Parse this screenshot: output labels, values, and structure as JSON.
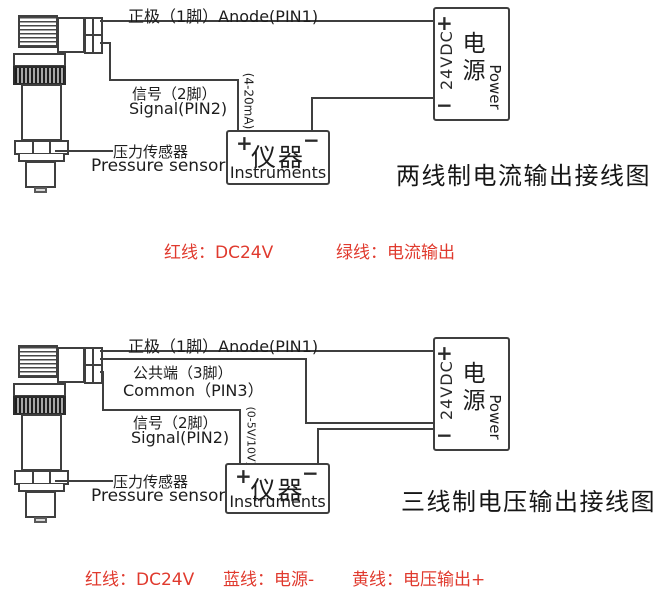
{
  "colors": {
    "background": "#ffffff",
    "line": "#3f3f3f",
    "text": "#1d1d1d",
    "legend_red": "#e03a2e"
  },
  "top": {
    "anode_label": "正极（1脚）Anode(PIN1)",
    "signal_label_cn": "信号（2脚）",
    "signal_label_en": "Signal(PIN2)",
    "signal_range": "(4-20mA)",
    "sensor_label_cn": "压力传感器",
    "sensor_label_en": "Pressure sensor",
    "instruments": {
      "plus": "+",
      "minus": "−",
      "cn": "仪器",
      "en": "Instruments"
    },
    "power": {
      "plus": "+",
      "minus": "−",
      "voltage": "24VDC",
      "cn": "电源",
      "en": "Power"
    },
    "caption": "两线制电流输出接线图",
    "legend": [
      {
        "text": "红线：DC24V"
      },
      {
        "text": "绿线：电流输出"
      }
    ]
  },
  "bottom": {
    "anode_label": "正极（1脚）Anode(PIN1)",
    "common_label_cn": "公共端（3脚）",
    "common_label_en": "Common（PIN3）",
    "signal_label_cn": "信号（2脚）",
    "signal_label_en": "Signal(PIN2)",
    "signal_range": "(0-5V/10V)",
    "sensor_label_cn": "压力传感器",
    "sensor_label_en": "Pressure sensor",
    "instruments": {
      "plus": "+",
      "minus": "−",
      "cn": "仪器",
      "en": "Instruments"
    },
    "power": {
      "plus": "+",
      "minus": "−",
      "voltage": "24VDC",
      "cn": "电源",
      "en": "Power"
    },
    "caption": "三线制电压输出接线图",
    "legend": [
      {
        "text": "红线：DC24V"
      },
      {
        "text": "蓝线：电源-"
      },
      {
        "text": "黄线：电压输出+"
      }
    ]
  }
}
